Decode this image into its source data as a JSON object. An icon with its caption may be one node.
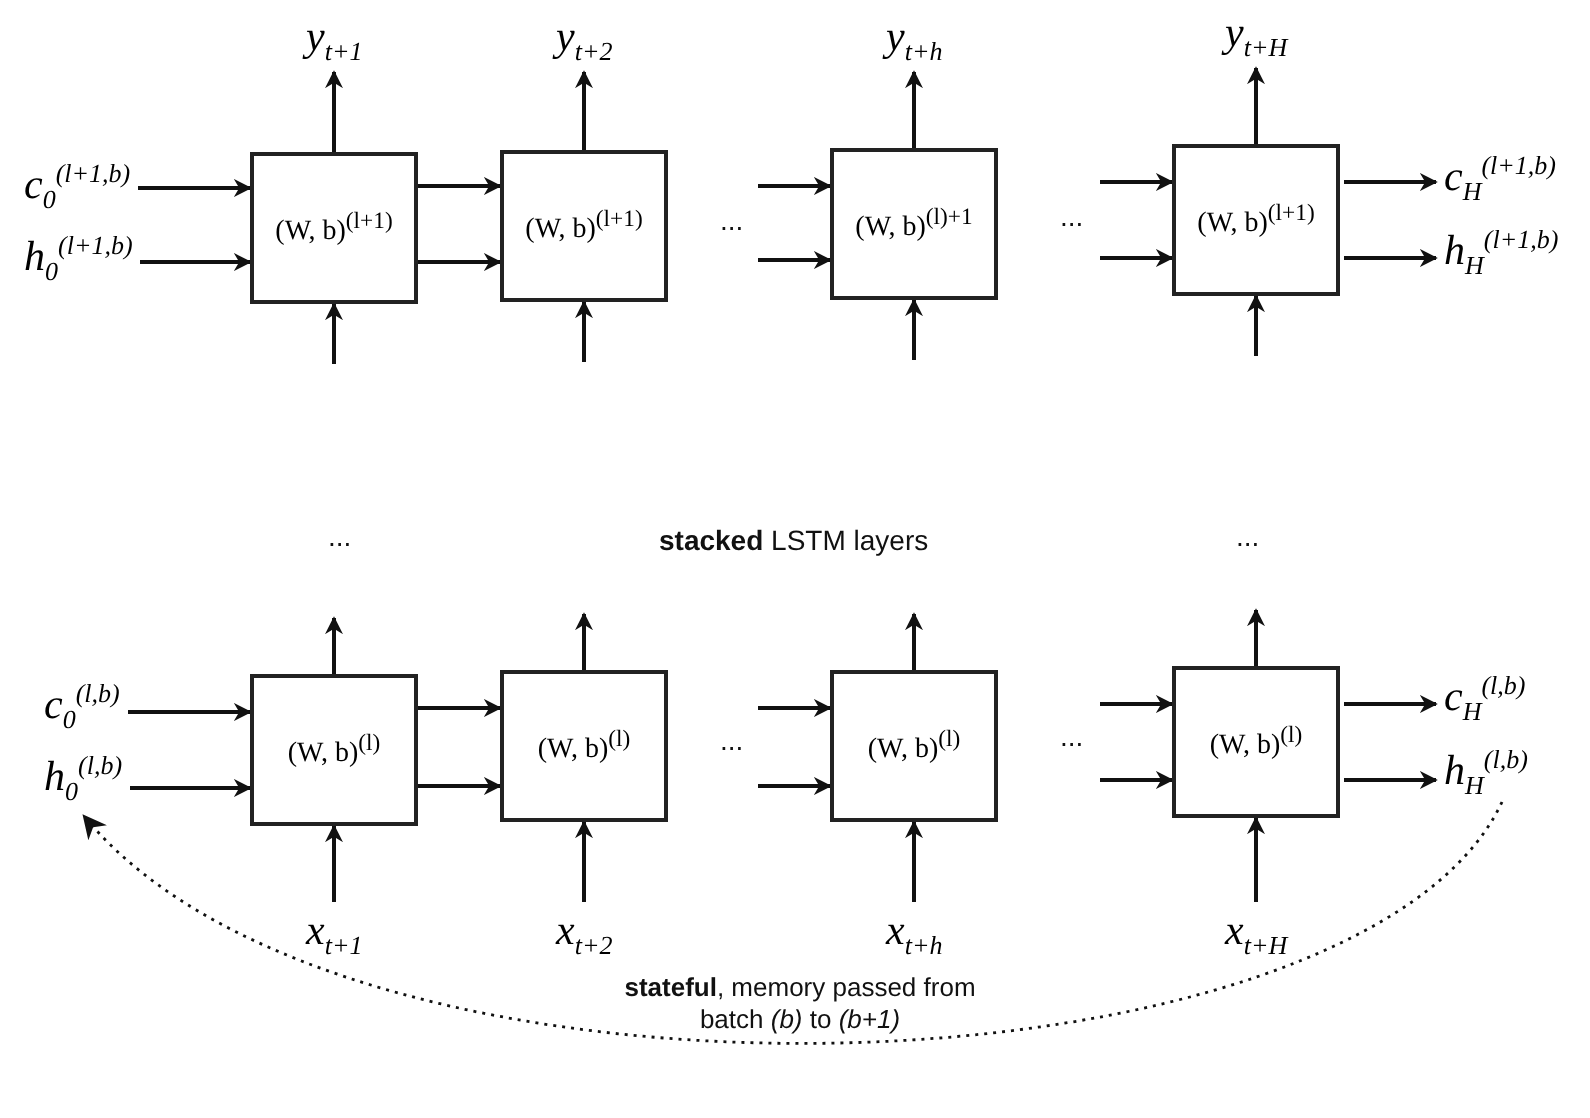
{
  "diagram": {
    "nodes": [
      {
        "text": [
          "y$_{t+1}$"
        ]
      },
      {
        "text": [
          "y$_{t+2}$"
        ]
      },
      {
        "text": [
          "y$_{t+h}$"
        ]
      },
      {
        "text": [
          "y$_{t+H}$"
        ]
      },
      {
        "text": [
          "c$_{0}$$^{(l+1,b)}$"
        ]
      },
      {
        "text": [
          "h$_{0}$$^{(l+1,b)}$"
        ]
      },
      {
        "text": [
          "(W, b)$^{(l+1)}$"
        ]
      },
      {
        "text": [
          "(W, b)$^{(l+1)}$"
        ]
      },
      {
        "text": [
          "(W, b)$^{(l)+1}$"
        ]
      },
      {
        "text": [
          "(W, b)$^{(l+1)}$"
        ]
      },
      {
        "text": [
          "c$_{H}$$^{(l+1,b)}$"
        ]
      },
      {
        "text": [
          "h$_{H}$$^{(l+1,b)}$"
        ]
      },
      {
        "text": [
          "c$_{0}$$^{(l,b)}$"
        ]
      },
      {
        "text": [
          "h$_{0}$$^{(l,b)}$"
        ]
      },
      {
        "text": [
          "(W, b)$^{(l)}$"
        ]
      },
      {
        "text": [
          "(W, b)$^{(l)}$"
        ]
      },
      {
        "text": [
          "(W, b)$^{(l)}$"
        ]
      },
      {
        "text": [
          "(W, b)$^{(l)}$"
        ]
      },
      {
        "text": [
          "c$_{H}$$^{(l,b)}$"
        ]
      },
      {
        "text": [
          "h$_{H}$$^{(l,b)}$"
        ]
      },
      {
        "text": [
          "x$_{t+1}$"
        ]
      },
      {
        "text": [
          "x$_{t+2}$"
        ]
      },
      {
        "text": [
          "x$_{t+h}$"
        ]
      },
      {
        "text": [
          "x$_{t+H}$"
        ]
      }
    ],
    "edges": [
      {
        "from": 4,
        "to": 6,
        "arrow": "to"
      },
      {
        "from": 5,
        "to": 6,
        "arrow": "to"
      },
      {
        "from": 6,
        "to": 7,
        "arrow": "to"
      },
      {
        "from": 6,
        "to": 7,
        "arrow": "to"
      },
      {
        "from": 6,
        "to": 0,
        "arrow": "to"
      },
      {
        "from": null,
        "to": 6,
        "arrow": "to"
      },
      {
        "from": 7,
        "to": 1,
        "arrow": "to"
      },
      {
        "from": null,
        "to": 7,
        "arrow": "to"
      },
      {
        "from": null,
        "to": 8,
        "arrow": "to"
      },
      {
        "from": null,
        "to": 8,
        "arrow": "to"
      },
      {
        "from": 8,
        "to": 2,
        "arrow": "to"
      },
      {
        "from": null,
        "to": 8,
        "arrow": "to"
      },
      {
        "from": null,
        "to": 9,
        "arrow": "to"
      },
      {
        "from": null,
        "to": 9,
        "arrow": "to"
      },
      {
        "from": 9,
        "to": 10,
        "arrow": "to"
      },
      {
        "from": 9,
        "to": 11,
        "arrow": "to"
      },
      {
        "from": 9,
        "to": 3,
        "arrow": "to"
      },
      {
        "from": null,
        "to": 9,
        "arrow": "to"
      },
      {
        "from": 12,
        "to": 14,
        "arrow": "to"
      },
      {
        "from": 13,
        "to": 14,
        "arrow": "to"
      },
      {
        "from": 14,
        "to": 15,
        "arrow": "to"
      },
      {
        "from": 14,
        "to": 15,
        "arrow": "to"
      },
      {
        "from": 14,
        "to": null,
        "arrow": "to"
      },
      {
        "from": 20,
        "to": 14,
        "arrow": "to"
      },
      {
        "from": 15,
        "to": null,
        "arrow": "to"
      },
      {
        "from": 21,
        "to": 15,
        "arrow": "to"
      },
      {
        "from": null,
        "to": 16,
        "arrow": "to"
      },
      {
        "from": null,
        "to": 16,
        "arrow": "to"
      },
      {
        "from": 16,
        "to": null,
        "arrow": "to"
      },
      {
        "from": 22,
        "to": 16,
        "arrow": "to"
      },
      {
        "from": null,
        "to": 17,
        "arrow": "to"
      },
      {
        "from": null,
        "to": 17,
        "arrow": "to"
      },
      {
        "from": 17,
        "to": null,
        "arrow": "to"
      },
      {
        "from": 23,
        "to": 17,
        "arrow": "to"
      },
      {
        "from": 17,
        "to": 18,
        "arrow": "to"
      },
      {
        "from": 17,
        "to": 19,
        "arrow": "to"
      },
      {
        "from": 19,
        "to": 13,
        "arrow": "to",
        "style": "dashed",
        "label": "**stateful**, memory passed from batch *(b)* to *(b+1)*"
      }
    ],
    "labels": [
      "...",
      "...",
      "...",
      "**stacked** LSTM layers",
      "...",
      "...",
      "..."
    ]
  }
}
